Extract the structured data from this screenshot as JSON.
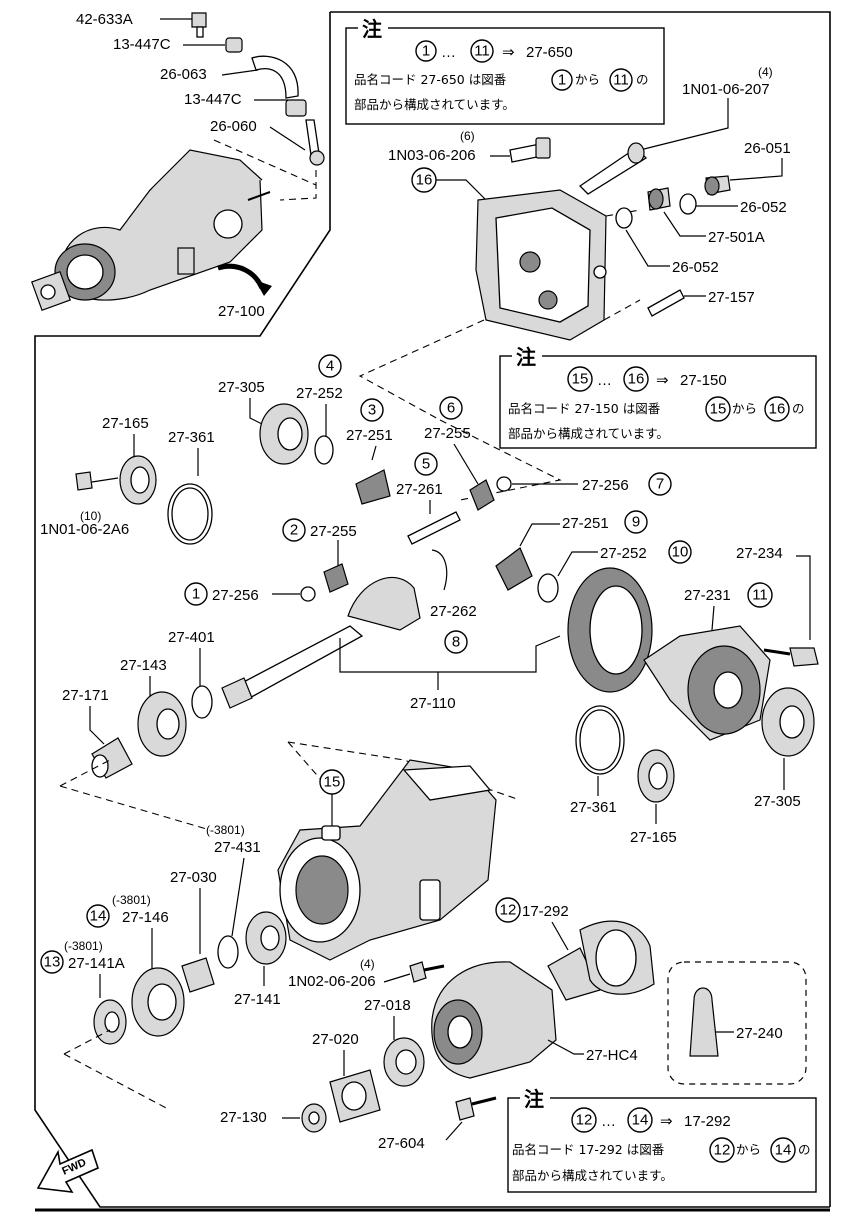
{
  "labels": {
    "p42633a": "42-633A",
    "p13447c_top": "13-447C",
    "p26063": "26-063",
    "p13447c_mid": "13-447C",
    "p26060": "26-060",
    "p27100": "27-100",
    "p1n0106207_qty": "(4)",
    "p1n0106207": "1N01-06-207",
    "p1n0306206_qty": "(6)",
    "p1n0306206": "1N03-06-206",
    "p26051": "26-051",
    "p26052_a": "26-052",
    "p27501a": "27-501A",
    "p26052_b": "26-052",
    "p27157": "27-157",
    "p27305_l": "27-305",
    "p27252_l": "27-252",
    "p27251_l": "27-251",
    "p27255_u": "27-255",
    "p27165_l": "27-165",
    "p27361_l": "27-361",
    "p27261": "27-261",
    "p27256_r": "27-256",
    "p1n01062a6_qty": "(10)",
    "p1n01062a6": "1N01-06-2A6",
    "p27255_l": "27-255",
    "p27251_r": "27-251",
    "p27252_r": "27-252",
    "p27234": "27-234",
    "p27256_l": "27-256",
    "p27262": "27-262",
    "p27231": "27-231",
    "p27401": "27-401",
    "p27143": "27-143",
    "p27171": "27-171",
    "p27110": "27-110",
    "p27361_r": "27-361",
    "p27305_r": "27-305",
    "p27165_r": "27-165",
    "p27431_note": "(-3801)",
    "p27431": "27-431",
    "p27030": "27-030",
    "p27146_note": "(-3801)",
    "p27146": "27-146",
    "p27141a_note": "(-3801)",
    "p27141a": "27-141A",
    "p27141": "27-141",
    "p17292": "17-292",
    "p1n0206206_qty": "(4)",
    "p1n0206206": "1N02-06-206",
    "p27018": "27-018",
    "p27020": "27-020",
    "p27hc4": "27-HC4",
    "p27240": "27-240",
    "p27130": "27-130",
    "p27604": "27-604",
    "fwd": "FWD"
  },
  "callouts": {
    "c1": "1",
    "c2": "2",
    "c3": "3",
    "c4": "4",
    "c5": "5",
    "c6": "6",
    "c7": "7",
    "c8": "8",
    "c9": "9",
    "c10": "10",
    "c11": "11",
    "c12": "12",
    "c13": "13",
    "c14": "14",
    "c15": "15",
    "c16": "16"
  },
  "notes": [
    {
      "heading": "注",
      "range_start": "1",
      "range_end": "11",
      "ellipsis": "…",
      "arrow": "⇒",
      "target": "27-650",
      "line2_prefix": "品名コード 27-650 は図番",
      "line2_mid": "から",
      "line2_suffix": "の",
      "line3": "部品から構成されています。"
    },
    {
      "heading": "注",
      "range_start": "15",
      "range_end": "16",
      "ellipsis": "…",
      "arrow": "⇒",
      "target": "27-150",
      "line2_prefix": "品名コード 27-150 は図番",
      "line2_mid": "から",
      "line2_suffix": "の",
      "line3": "部品から構成されています。"
    },
    {
      "heading": "注",
      "range_start": "12",
      "range_end": "14",
      "ellipsis": "…",
      "arrow": "⇒",
      "target": "17-292",
      "line2_prefix": "品名コード 17-292 は図番",
      "line2_mid": "から",
      "line2_suffix": "の",
      "line3": "部品から構成されています。"
    }
  ]
}
